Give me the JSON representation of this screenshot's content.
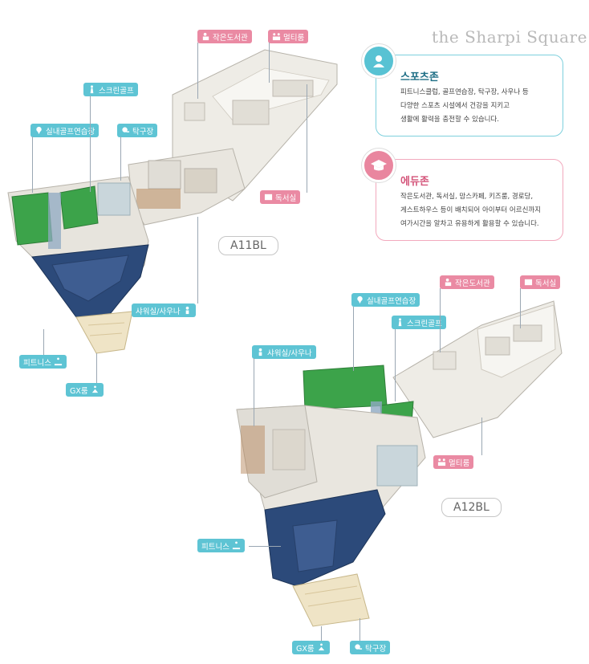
{
  "brand": "the Sharpi Square",
  "sports": {
    "title": "스포츠존",
    "lines": [
      "피트니스클럽, 골프연습장, 탁구장, 사우나 등",
      "다양한 스포츠 시설에서 건강을 지키고",
      "생활에 활력을 충전할 수 있습니다."
    ],
    "icon": "user-icon"
  },
  "edu": {
    "title": "에듀존",
    "lines": [
      "작은도서관, 독서실, 맘스카페, 키즈룸, 경로당,",
      "게스트하우스 등이 배치되어 아이부터 어르신까지",
      "여가시간을 알차고 유용하게 활용할 수 있습니다."
    ],
    "icon": "graduation-cap-icon"
  },
  "plans": [
    {
      "name": "A11BL",
      "labels": {
        "library": "작은도서관",
        "multi": "멀티룸",
        "screen_golf": "스크린골프",
        "indoor_golf": "실내골프연습장",
        "pingpong": "탁구장",
        "reading": "독서실",
        "shower": "샤워실/사우나",
        "fitness": "피트니스",
        "gx": "GX룸"
      }
    },
    {
      "name": "A12BL",
      "labels": {
        "indoor_golf": "실내골프연습장",
        "library": "작은도서관",
        "reading": "독서실",
        "screen_golf": "스크린골프",
        "shower": "샤워실/사우나",
        "multi": "멀티룸",
        "fitness": "피트니스",
        "gx": "GX룸",
        "pingpong": "탁구장"
      }
    }
  ],
  "colors": {
    "teal": "#5ec4d4",
    "pink": "#ea8aa3",
    "golf_green": "#3ca34a",
    "fitness_blue": "#2c4a7a",
    "floor": "#ecebe6"
  }
}
